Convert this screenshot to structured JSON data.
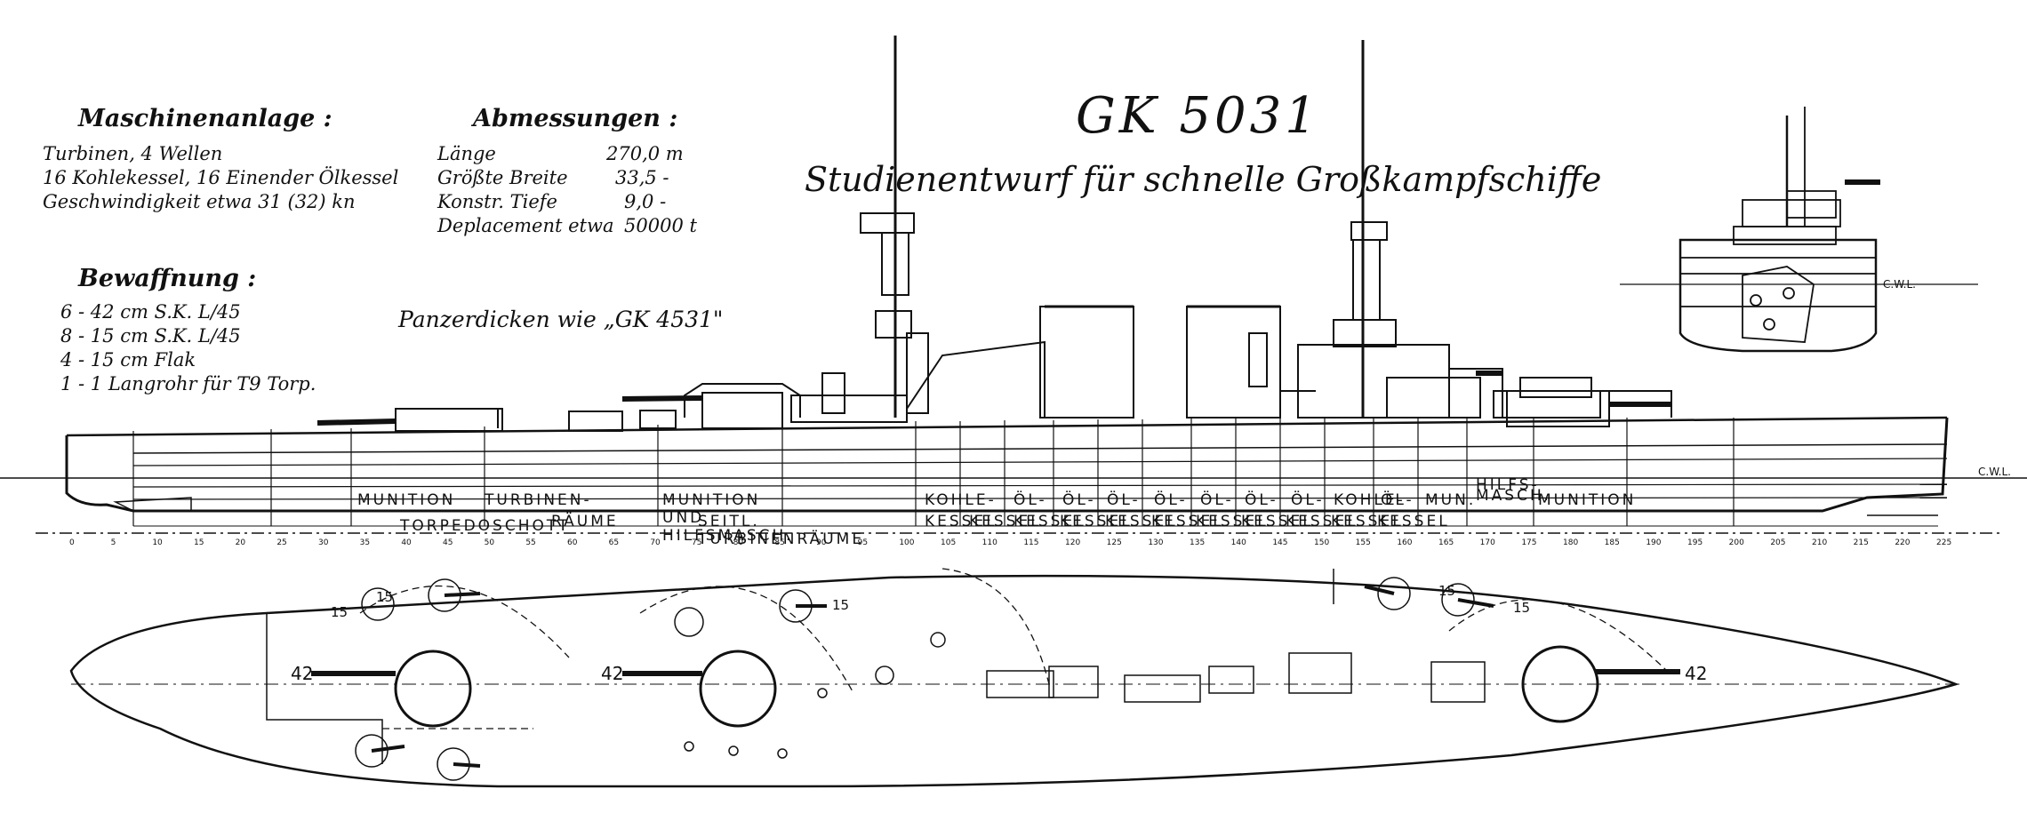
{
  "title": {
    "code": "GK 5031",
    "subtitle": "Studienentwurf für schnelle Großkampfschiffe"
  },
  "maschinen": {
    "heading": "Maschinenanlage :",
    "lines": [
      "Turbinen, 4 Wellen",
      "16 Kohlekessel, 16 Einender Ölkessel",
      "Geschwindigkeit etwa 31 (32) kn"
    ]
  },
  "abmessungen": {
    "heading": "Abmessungen :",
    "rows": [
      {
        "label": "Länge",
        "value": "270,0 m"
      },
      {
        "label": "Größte Breite",
        "value": "33,5 -"
      },
      {
        "label": "Konstr. Tiefe",
        "value": "9,0 -"
      },
      {
        "label": "Deplacement etwa",
        "value": "50000 t"
      }
    ]
  },
  "bewaffnung": {
    "heading": "Bewaffnung :",
    "lines": [
      "6 - 42 cm S.K. L/45",
      "8 - 15 cm S.K. L/45",
      "4 - 15 cm Flak",
      "1 - 1 Langrohr für T9 Torp."
    ]
  },
  "panzer": "Panzerdicken wie „GK 4531\"",
  "compartments_upper": [
    "MUNITION",
    "TURBINEN-",
    "MUNITION UND HILFSMASCH.",
    "KOHLE-",
    "ÖL-",
    "ÖL-",
    "ÖL-",
    "ÖL-",
    "ÖL-",
    "ÖL-",
    "ÖL-",
    "KOHLE-",
    "ÖL-",
    "MUN.",
    "HILFS-MASCH.",
    "MUNITION"
  ],
  "compartments_lower": [
    "TORPEDOSCHOTT",
    "RÄUME",
    "SEITL. TURBINENRÄUME",
    "KESSEL",
    "KESSEL",
    "KESSEL",
    "KESSEL",
    "KESSEL",
    "KESSEL",
    "KESSEL",
    "KESSEL",
    "KESSEL",
    "KESSEL",
    "KESSEL"
  ],
  "cwl_label": "C.W.L.",
  "gun_labels": {
    "main": "42",
    "secondary": "15"
  },
  "frames": [
    "0",
    "5",
    "10",
    "15",
    "20",
    "25",
    "30",
    "35",
    "40",
    "45",
    "50",
    "55",
    "60",
    "65",
    "70",
    "75",
    "80",
    "85",
    "90",
    "95",
    "100",
    "105",
    "110",
    "115",
    "120",
    "125",
    "130",
    "135",
    "140",
    "145",
    "150",
    "155",
    "160",
    "165",
    "170",
    "175",
    "180",
    "185",
    "190",
    "195",
    "200",
    "205",
    "210",
    "215",
    "220",
    "225"
  ]
}
